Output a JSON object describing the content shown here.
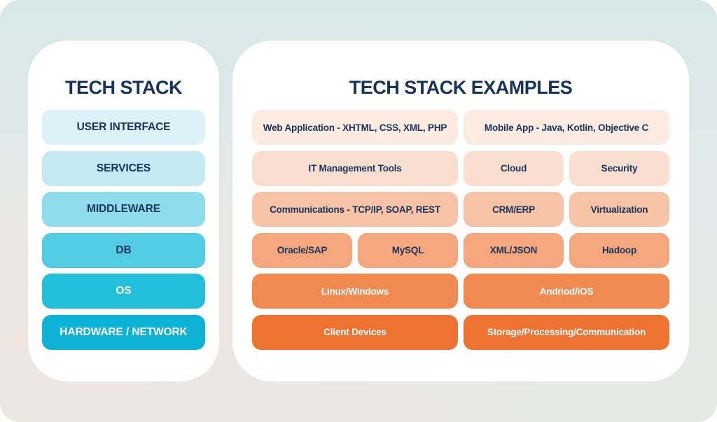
{
  "palette": {
    "navy": "#17335d",
    "white": "#ffffff",
    "card_bg": "#ffffff",
    "bg_top": "#d8e8ea",
    "bg_bottom_left": "#ece4e0",
    "bg_bottom_right": "#e7e9e5"
  },
  "left_card": {
    "title": "TECH STACK",
    "layers": [
      {
        "label": "USER INTERFACE",
        "bg": "#ddf1f9",
        "text_color": "#17335d"
      },
      {
        "label": "SERVICES",
        "bg": "#c6eaf4",
        "text_color": "#17335d"
      },
      {
        "label": "MIDDLEWARE",
        "bg": "#8edcec",
        "text_color": "#17335d"
      },
      {
        "label": "DB",
        "bg": "#52cce2",
        "text_color": "#17335d"
      },
      {
        "label": "OS",
        "bg": "#22bfdb",
        "text_color": "#ffffff"
      },
      {
        "label": "HARDWARE / NETWORK",
        "bg": "#0cb3d6",
        "text_color": "#ffffff"
      }
    ]
  },
  "right_card": {
    "title": "TECH STACK EXAMPLES",
    "rows": [
      {
        "bg": "#fcebe0",
        "text_color": "#17335d",
        "boxes": [
          {
            "label": "Web Application - XHTML, CSS, XML, PHP",
            "span": 2
          },
          {
            "label": "Mobile App - Java, Kotlin, Objective C",
            "span": 2
          }
        ]
      },
      {
        "bg": "#fadfd0",
        "text_color": "#17335d",
        "boxes": [
          {
            "label": "IT Management Tools",
            "span": 2
          },
          {
            "label": "Cloud",
            "span": 1
          },
          {
            "label": "Security",
            "span": 1
          }
        ]
      },
      {
        "bg": "#f7c3a6",
        "text_color": "#17335d",
        "boxes": [
          {
            "label": "Communications - TCP/IP, SOAP, REST",
            "span": 2
          },
          {
            "label": "CRM/ERP",
            "span": 1
          },
          {
            "label": "Virtualization",
            "span": 1
          }
        ]
      },
      {
        "bg": "#f4a77d",
        "text_color": "#17335d",
        "boxes": [
          {
            "label": "Oracle/SAP",
            "span": 1
          },
          {
            "label": "MySQL",
            "span": 1
          },
          {
            "label": "XML/JSON",
            "span": 1
          },
          {
            "label": "Hadoop",
            "span": 1
          }
        ]
      },
      {
        "bg": "#f18a51",
        "text_color": "#ffffff",
        "boxes": [
          {
            "label": "Linux/Windows",
            "span": 2
          },
          {
            "label": "Andriod/iOS",
            "span": 2
          }
        ]
      },
      {
        "bg": "#ee7231",
        "text_color": "#ffffff",
        "boxes": [
          {
            "label": "Client Devices",
            "span": 2
          },
          {
            "label": "Storage/Processing/Communication",
            "span": 2
          }
        ]
      }
    ]
  }
}
